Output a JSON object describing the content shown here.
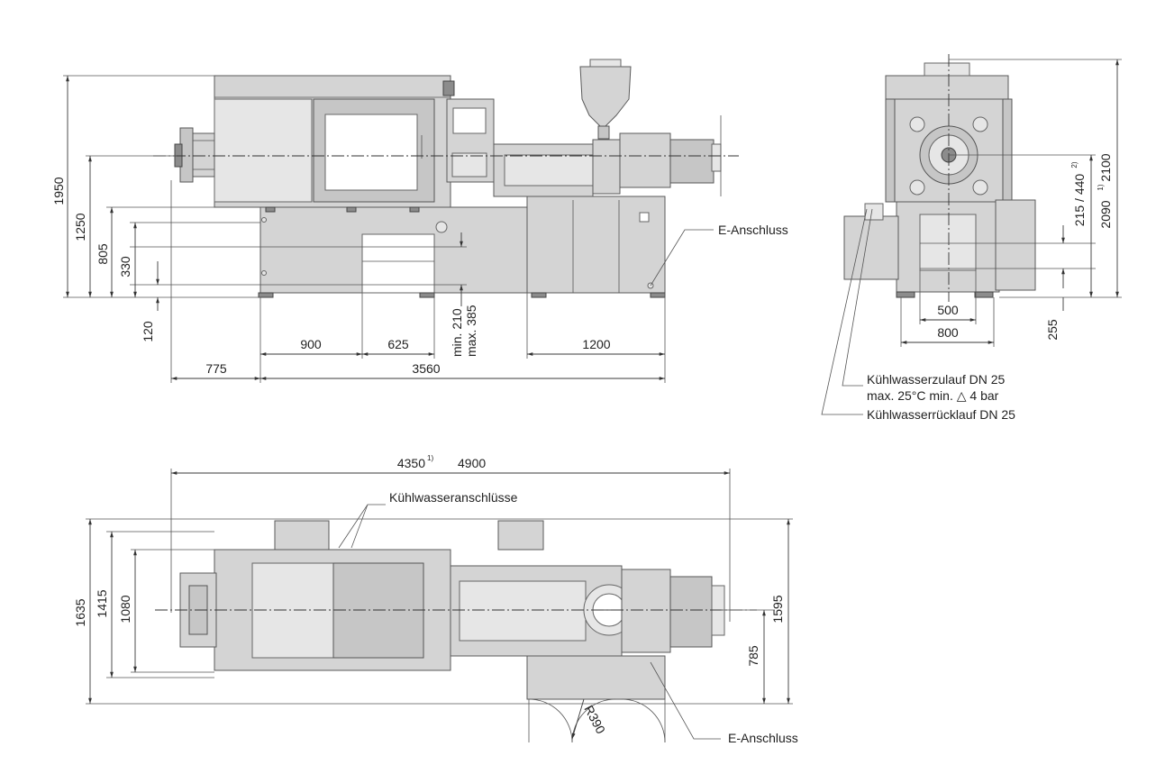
{
  "side_view": {
    "heights": {
      "h1950": "1950",
      "h1250": "1250",
      "h805": "805",
      "h330": "330",
      "h120": "120"
    },
    "lengths": {
      "l900": "900",
      "l625": "625",
      "l1200": "1200",
      "l775": "775",
      "l3560": "3560"
    },
    "min_label": "min. 210",
    "max_label": "max. 385",
    "e_connection": "E-Anschluss"
  },
  "end_view": {
    "h2100": "2100",
    "h2090": "2090",
    "h2090_sup": "1)",
    "h215": "215 / 440",
    "h215_sup": "2)",
    "w500": "500",
    "w800": "800",
    "h255": "255",
    "cooling_inlet": "Kühlwasserzulauf DN 25",
    "cooling_spec": "max. 25°C min. △ 4 bar",
    "cooling_return": "Kühlwasserrücklauf DN 25"
  },
  "top_view": {
    "total_a": "4350",
    "total_a_sup": "1)",
    "total_b": "4900",
    "cooling_connections": "Kühlwasseranschlüsse",
    "w1635": "1635",
    "w1415": "1415",
    "w1080": "1080",
    "w1595": "1595",
    "w785": "785",
    "radius": "R390",
    "e_connection": "E-Anschluss"
  }
}
